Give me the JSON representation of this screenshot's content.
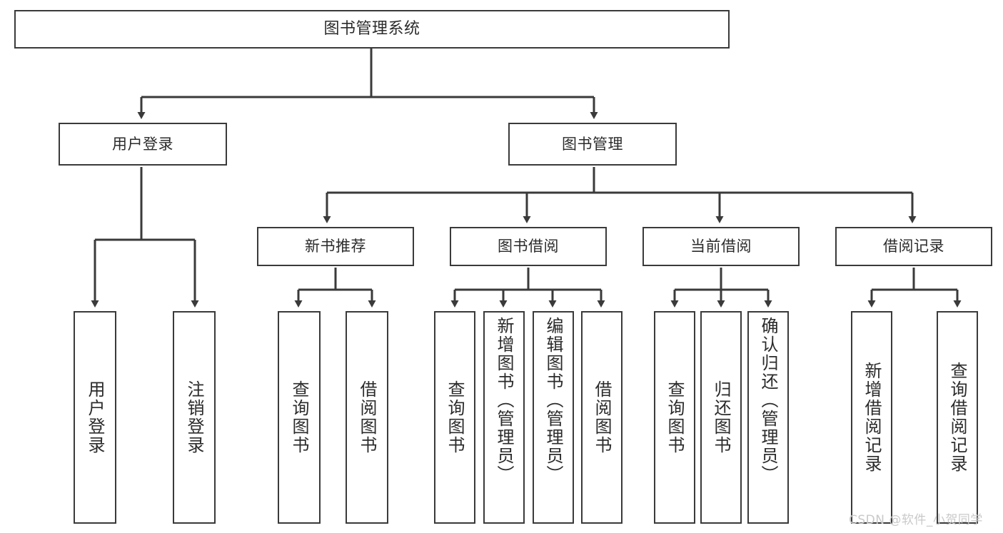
{
  "diagram": {
    "type": "tree-hierarchy-flowchart",
    "title": "图书管理系统",
    "root": {
      "id": "root",
      "label": "图书管理系统",
      "level": 0,
      "orientation": "horizontal"
    },
    "levels": [
      {
        "level": 1,
        "nodes": [
          {
            "id": "user-login",
            "label": "用户登录",
            "parent": "root"
          },
          {
            "id": "book-manage",
            "label": "图书管理",
            "parent": "root"
          }
        ]
      },
      {
        "level": 2,
        "nodes": [
          {
            "id": "new-book-rec",
            "label": "新书推荐",
            "parent": "book-manage"
          },
          {
            "id": "book-borrow",
            "label": "图书借阅",
            "parent": "book-manage"
          },
          {
            "id": "current-borrow",
            "label": "当前借阅",
            "parent": "book-manage"
          },
          {
            "id": "borrow-record",
            "label": "借阅记录",
            "parent": "book-manage"
          }
        ]
      },
      {
        "level": 3,
        "nodes": [
          {
            "id": "leaf-user-login",
            "label": "用户登录",
            "parent": "user-login"
          },
          {
            "id": "leaf-logout",
            "label": "注销登录",
            "parent": "user-login"
          },
          {
            "id": "leaf-query-book-1",
            "label": "查询图书",
            "parent": "new-book-rec"
          },
          {
            "id": "leaf-borrow-book-1",
            "label": "借阅图书",
            "parent": "new-book-rec"
          },
          {
            "id": "leaf-query-book-2",
            "label": "查询图书",
            "parent": "book-borrow"
          },
          {
            "id": "leaf-add-book",
            "label": "新增图书（管理员）",
            "parent": "book-borrow"
          },
          {
            "id": "leaf-edit-book",
            "label": "编辑图书（管理员）",
            "parent": "book-borrow"
          },
          {
            "id": "leaf-borrow-book-2",
            "label": "借阅图书",
            "parent": "book-borrow"
          },
          {
            "id": "leaf-query-book-3",
            "label": "查询图书",
            "parent": "current-borrow"
          },
          {
            "id": "leaf-return-book",
            "label": "归还图书",
            "parent": "current-borrow"
          },
          {
            "id": "leaf-confirm-return",
            "label": "确认归还（管理员）",
            "parent": "current-borrow"
          },
          {
            "id": "leaf-add-record",
            "label": "新增借阅记录",
            "parent": "borrow-record"
          },
          {
            "id": "leaf-query-record",
            "label": "查询借阅记录",
            "parent": "borrow-record"
          }
        ]
      }
    ]
  },
  "watermark": {
    "text": "CSDN @软件_小贺同学"
  },
  "colors": {
    "border": "#3a3a3a",
    "connector": "#3a3a3a",
    "text": "#2b2b2b",
    "background": "#ffffff",
    "watermark": "#c9c9c9"
  }
}
